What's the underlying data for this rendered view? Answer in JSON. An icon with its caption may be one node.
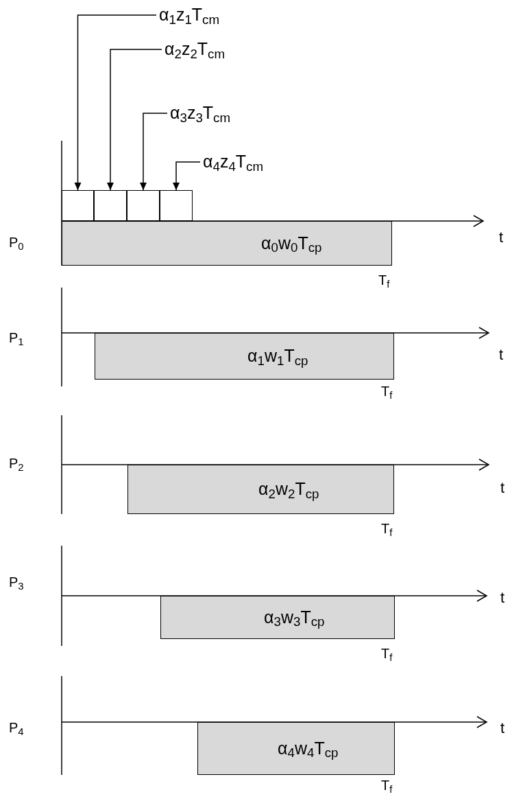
{
  "diagram": {
    "nodes": [
      {
        "text": [
          "α$_{1}$z$_{1}$T$_{cm}$"
        ]
      },
      {
        "text": [
          "α$_{2}$z$_{2}$T$_{cm}$"
        ]
      },
      {
        "text": [
          "α$_{3}$z$_{3}$T$_{cm}$"
        ]
      },
      {
        "text": [
          "α$_{4}$z$_{4}$T$_{cm}$"
        ]
      },
      {
        "text": [],
        "shape": "box"
      },
      {
        "text": [],
        "shape": "box"
      },
      {
        "text": [],
        "shape": "box"
      },
      {
        "text": [],
        "shape": "box"
      },
      {
        "text": [
          "α$_{0}$w$_{0}$T$_{cp}$"
        ]
      },
      {
        "text": [
          "α$_{1}$w$_{1}$T$_{cp}$"
        ]
      },
      {
        "text": [
          "α$_{2}$w$_{2}$T$_{cp}$"
        ]
      },
      {
        "text": [
          "α$_{3}$w$_{3}$T$_{cp}$"
        ]
      },
      {
        "text": [
          "α$_{4}$w$_{4}$T$_{cp}$"
        ]
      }
    ],
    "edges": [
      {
        "from": 0,
        "to": 4,
        "arrow": "to"
      },
      {
        "from": 1,
        "to": 5,
        "arrow": "to"
      },
      {
        "from": 2,
        "to": 6,
        "arrow": "to"
      },
      {
        "from": 3,
        "to": 7,
        "arrow": "to"
      }
    ],
    "labels": [
      "P$_{0}$",
      "t",
      "T$_{f}$",
      "P$_{1}$",
      "t",
      "T$_{f}$",
      "P$_{2}$",
      "t",
      "T$_{f}$",
      "P$_{3}$",
      "t",
      "T$_{f}$",
      "P$_{4}$",
      "t",
      "T$_{f}$"
    ]
  }
}
